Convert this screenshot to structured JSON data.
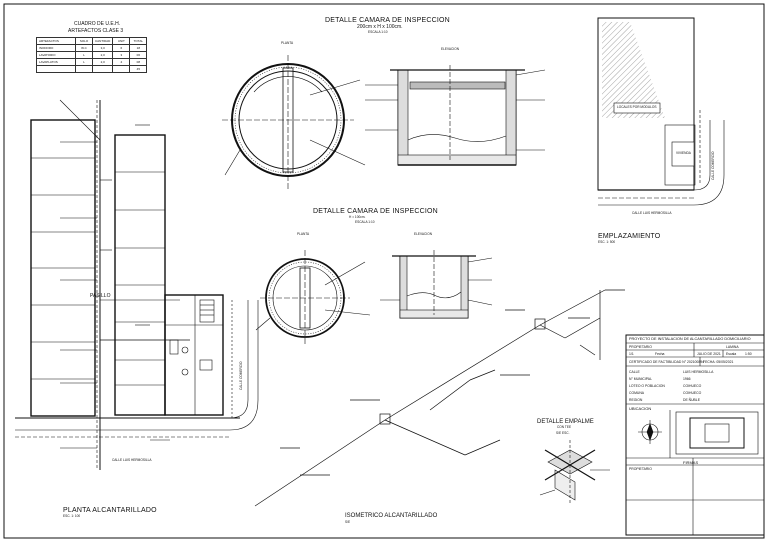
{
  "ueh_table": {
    "title": "CUADRO DE U.E.H.",
    "subtitle": "ARTEFACTOS CLASE 3",
    "headers": [
      "ARTEFACTOS",
      "SOLO",
      "CANTIDAD",
      "UNIT",
      "TOTAL"
    ],
    "rows": [
      [
        "INODORO",
        "W.C",
        "3,0",
        "6",
        "18"
      ],
      [
        "LAVATORIO",
        "L",
        "2,0",
        "3",
        "06"
      ],
      [
        "LAVAPLATOS",
        "L",
        "2,0",
        "4",
        "08"
      ],
      [
        "",
        "",
        "",
        "",
        "45"
      ]
    ]
  },
  "titles": {
    "camara1": "DETALLE CAMARA DE INSPECCION",
    "camara1_dims": "200cm x H x 100cm.",
    "camara1_scale": "ESCALA 1:10",
    "planta1": "PLANTA",
    "elevacion1": "ELEVACION",
    "camara2": "DETALLE CAMARA DE INSPECCION",
    "camara2_dims": "H = 100cm.",
    "camara2_scale": "ESCALA 1:10",
    "planta2": "PLANTA",
    "elevacion2": "ELEVACION",
    "emplazamiento": "EMPLAZAMIENTO",
    "emplazamiento_scale": "ESC. 1: 500",
    "planta_alc": "PLANTA ALCANTARILLADO",
    "planta_alc_scale": "ESC. 1: 100",
    "isometrico": "ISOMETRICO ALCANTARILLADO",
    "isometrico_scale": "S/E",
    "empalme": "DETALLE EMPALME",
    "empalme_sub": "CON TEE",
    "empalme_scale": "S/E ESC."
  },
  "plan_labels": {
    "pasillo": "PASILLO",
    "calle_bottom": "CALLE LUIS HERMOSILLA",
    "calle_side": "CALLE COMERCIO",
    "locales": "LOCALES POR MODULOS",
    "vivienda": "VIVIENDA",
    "calle_empl_bottom": "CALLE LUIS HERMOSILLA",
    "calle_empl_side": "CALLE COMERCIO"
  },
  "title_block": {
    "project": "PROYECTO DE INSTALACION DE ALCANTARILLADO DOMICILIARIO",
    "propietario_lbl": "PROPIETARIO",
    "lamina_lbl": "LAMINA",
    "lamina_val": "1/1",
    "fecha_lbl": "Fecha",
    "fecha_val": "JULIO DE 2021",
    "escala_lbl": "Escala",
    "escala_val": "1:50",
    "certificado": "CERTIFICADO DE FACTIBILIDAD N° 202100894",
    "fecha_cert": "FECHA: 05/05/2021",
    "info": [
      [
        "CALLE",
        "LUIS HERMOSILLA"
      ],
      [
        "N° MUNICIPAL",
        "1966"
      ],
      [
        "LOTEO O POBLACION",
        "COIHUECO"
      ],
      [
        "COMUNA",
        "COIHUECO"
      ],
      [
        "REGION",
        "DE ÑUBLE"
      ]
    ],
    "ubicacion": "UBICACION",
    "firmas": "FIRMAS",
    "propietario2": "PROPIETARIO"
  },
  "colors": {
    "ink": "#111111",
    "grid": "#333333",
    "paper": "#ffffff"
  }
}
